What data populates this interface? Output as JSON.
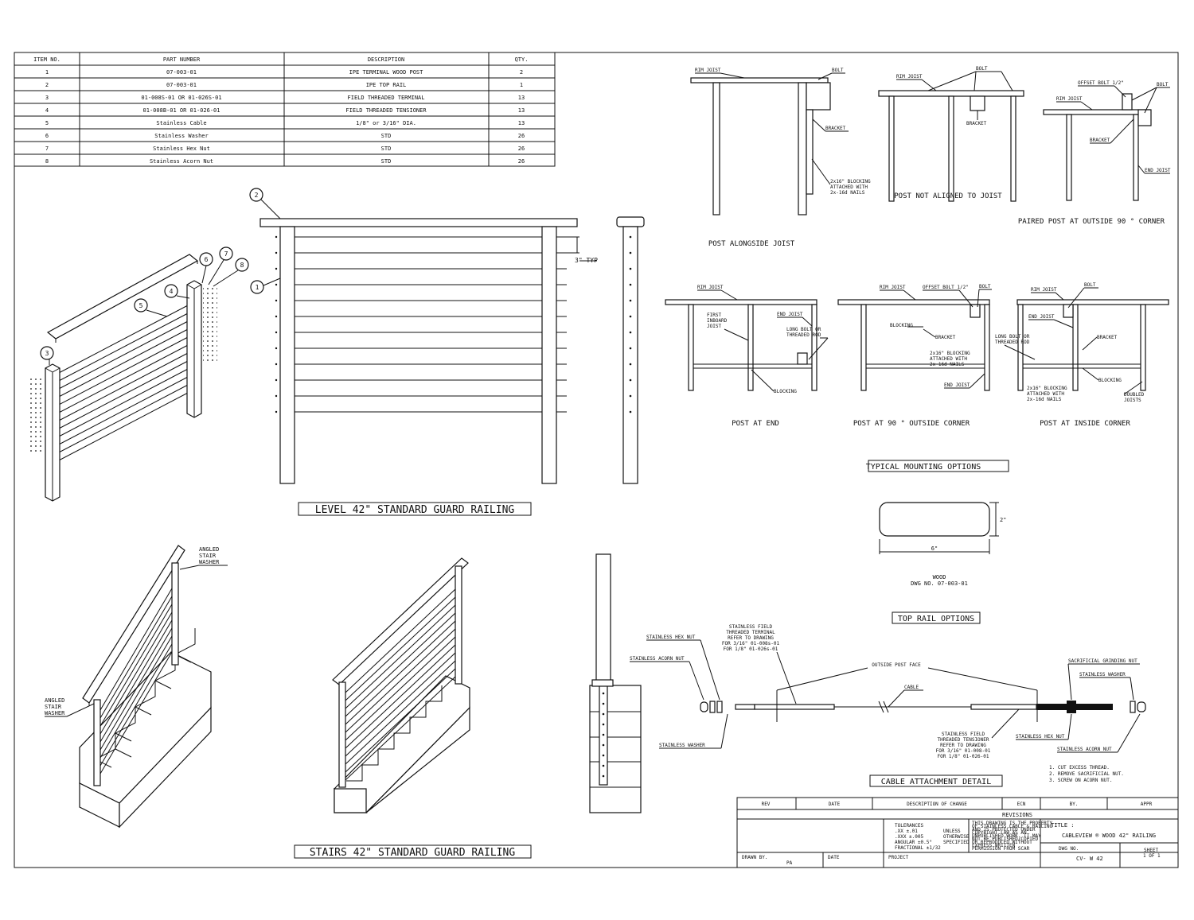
{
  "bom": {
    "headers": [
      "ITEM NO.",
      "PART NUMBER",
      "DESCRIPTION",
      "QTY."
    ],
    "rows": [
      [
        "1",
        "07-003-01",
        "IPE TERMINAL WOOD POST",
        "2"
      ],
      [
        "2",
        "07-003-01",
        "IPE TOP RAIL",
        "1"
      ],
      [
        "3",
        "01-008S-01 OR 01-026S-01",
        "FIELD THREADED TERMINAL",
        "13"
      ],
      [
        "4",
        "01-008B-01 OR 01-026-01",
        "FIELD THREADED TENSIONER",
        "13"
      ],
      [
        "5",
        "Stainless Cable",
        "1/8\" or 3/16\" DIA.",
        "13"
      ],
      [
        "6",
        "Stainless Washer",
        "STD",
        "26"
      ],
      [
        "7",
        "Stainless Hex Nut",
        "STD",
        "26"
      ],
      [
        "8",
        "Stainless Acorn Nut",
        "STD",
        "26"
      ]
    ]
  },
  "callouts": [
    "1",
    "2",
    "3",
    "4",
    "5",
    "6",
    "7",
    "8"
  ],
  "level_railing": {
    "title": "LEVEL 42\" STANDARD GUARD RAILING",
    "spacing": "3\"  TYP"
  },
  "stairs_railing": {
    "title": "STAIRS 42\" STANDARD GUARD RAILING",
    "angled_washer": "ANGLED STAIR WASHER"
  },
  "mounting": {
    "title": "TYPICAL MOUNTING OPTIONS",
    "rim_joist": "RIM JOIST",
    "bolt": "BOLT",
    "bracket": "BRACKET",
    "offset_bolt": "OFFSET BOLT 1/2\"",
    "end_joist": "END JOIST",
    "blocking": "BLOCKING",
    "blocking_note": "2x16\" BLOCKING ATTACHED WITH 2x-16d NAILS",
    "first_inboard": "FIRST INBOARD JOIST",
    "long_bolt": "LONG BOLT OR THREADED ROD",
    "doubled_joists": "DOUBLED JOISTS",
    "post_alongside": "POST ALONGSIDE JOIST",
    "post_not_aligned": "POST NOT ALIGNED TO JOIST",
    "paired_post": "PAIRED POST AT OUTSIDE 90    ° CORNER",
    "post_end": "POST AT END",
    "post_outside": "POST AT 90  ° OUTSIDE CORNER",
    "post_inside": "POST AT INSIDE CORNER"
  },
  "top_rail": {
    "title": "TOP RAIL OPTIONS",
    "width": "6\"",
    "height": "2\"",
    "material": "WOOD",
    "dwg": "DWG NO. 07-003-01"
  },
  "cable_detail": {
    "title": "CABLE ATTACHMENT DETAIL",
    "hex_nut": "STAINLESS HEX NUT",
    "acorn_nut": "STAINLESS ACORN NUT",
    "washer": "STAINLESS WASHER",
    "terminal_note": [
      "STAINLESS FIELD",
      "THREADED TERMINAL",
      "REFER TO DRAWING",
      "FOR 3/16\" 01-008s-01",
      "FOR 1/8\" 01-026s-01"
    ],
    "outside_post_face": "OUTSIDE POST FACE",
    "cable": "CABLE",
    "tensioner_note": [
      "STAINLESS FIELD",
      "THREADED TENSIONER",
      "REFER TO DRAWING",
      "FOR 3/16\" 01-008-01",
      "FOR 1/8\" 01-026-01"
    ],
    "sacrificial": "SACRIFICIAL GRINDING NUT",
    "steps": [
      "1.  CUT EXCESS THREAD.",
      "2.  REMOVE SACRIFICIAL NUT.",
      "3.  SCREW ON ACORN NUT."
    ]
  },
  "title_block": {
    "rev_headers": [
      "REV",
      "DATE",
      "DESCRIPTION OF CHANGE",
      "ECN",
      "BY.",
      "APPR"
    ],
    "revisions": "REVISIONS",
    "tolerances": [
      "TOLERANCES",
      ".XX  ±.01",
      ".XXX ±.005",
      "ANGULAR  ±0.5°",
      "FRACTIONAL  ±1/32"
    ],
    "unless": [
      "UNLESS",
      "OTHERWISE",
      "SPECIFIED"
    ],
    "proprietary": [
      "THIS DRAWING IS THE PROPERTY",
      "OF STAINLESS CABLE & RAILING",
      "AND IS PROTECTED UNDER",
      "COPYRIGHT LAW AS AN",
      "UNPUBLISHED WORK. IT MAY",
      "NOT BE PUBLISHED/COPIED",
      "OR REPRODUCED WITHOUT",
      "EXPRESS WRITTEN",
      "PERMISSION FROM SCAR"
    ],
    "title_label": "TITLE :",
    "title": "CABLEVIEW  ® WOOD 42\" RAILING",
    "dwg_no_label": "DWG NO.",
    "dwg_no": "CV- W 42",
    "sheet_label": "SHEET",
    "sheet": "1 OF 1",
    "drawn_by_label": "DRAWN BY.",
    "drawn_by": "PA",
    "date_label": "DATE",
    "project_label": "PROJECT"
  }
}
